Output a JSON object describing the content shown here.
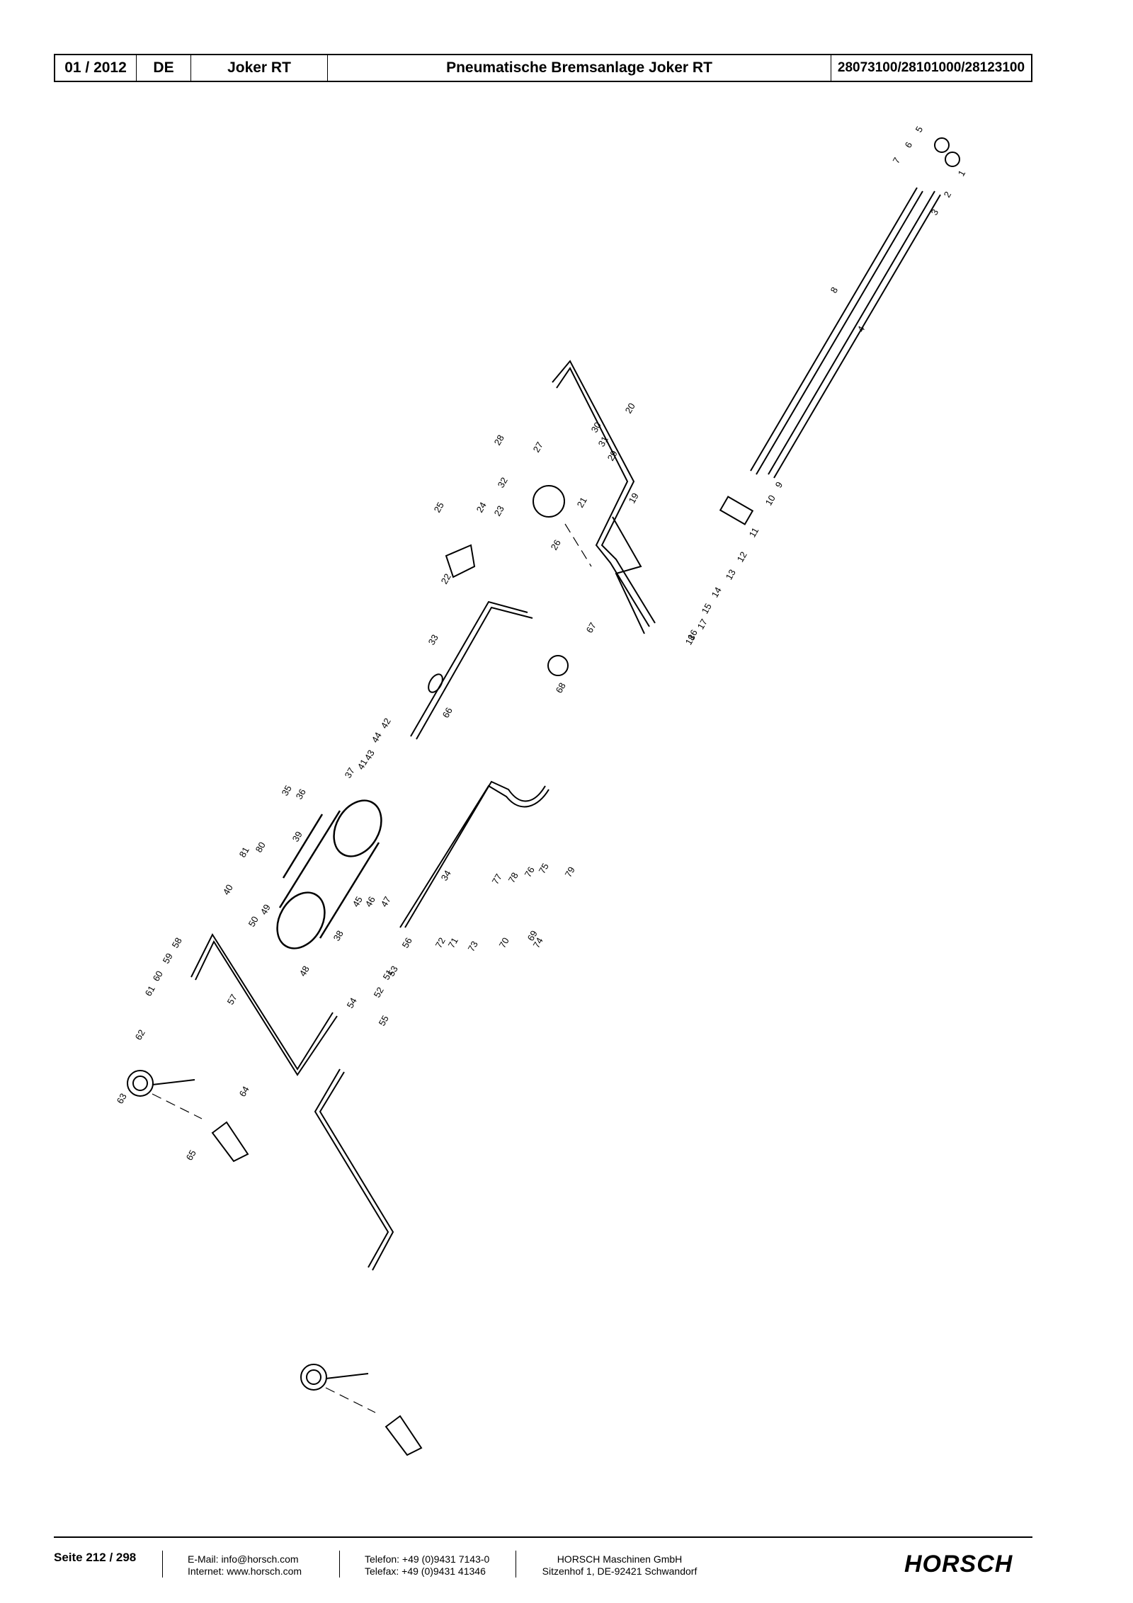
{
  "header": {
    "date": "01 / 2012",
    "language": "DE",
    "machine": "Joker RT",
    "title": "Pneumatische Bremsanlage Joker RT",
    "part_numbers": "28073100/28101000/28123100"
  },
  "diagram": {
    "labels": [
      "1",
      "2",
      "3",
      "4",
      "5",
      "6",
      "7",
      "8",
      "9",
      "10",
      "11",
      "12",
      "13",
      "14",
      "15",
      "16",
      "17",
      "18",
      "19",
      "20",
      "21",
      "22",
      "23",
      "24",
      "25",
      "26",
      "27",
      "28",
      "29",
      "30",
      "31",
      "32",
      "33",
      "34",
      "35",
      "36",
      "37",
      "38",
      "39",
      "40",
      "41",
      "42",
      "43",
      "44",
      "45",
      "46",
      "47",
      "48",
      "49",
      "50",
      "51",
      "52",
      "53",
      "54",
      "55",
      "56",
      "57",
      "58",
      "59",
      "60",
      "61",
      "62",
      "63",
      "64",
      "65",
      "66",
      "67",
      "68",
      "69",
      "70",
      "71",
      "72",
      "73",
      "74",
      "75",
      "76",
      "77",
      "78",
      "79",
      "80",
      "81"
    ]
  },
  "footer": {
    "page": "Seite 212 / 298",
    "email": "E-Mail: info@horsch.com",
    "internet": "Internet: www.horsch.com",
    "phone": "Telefon: +49 (0)9431 7143-0",
    "fax": "Telefax: +49 (0)9431 41346",
    "company": "HORSCH Maschinen GmbH",
    "address": "Sitzenhof 1, DE-92421 Schwandorf",
    "brand": "HORSCH"
  }
}
